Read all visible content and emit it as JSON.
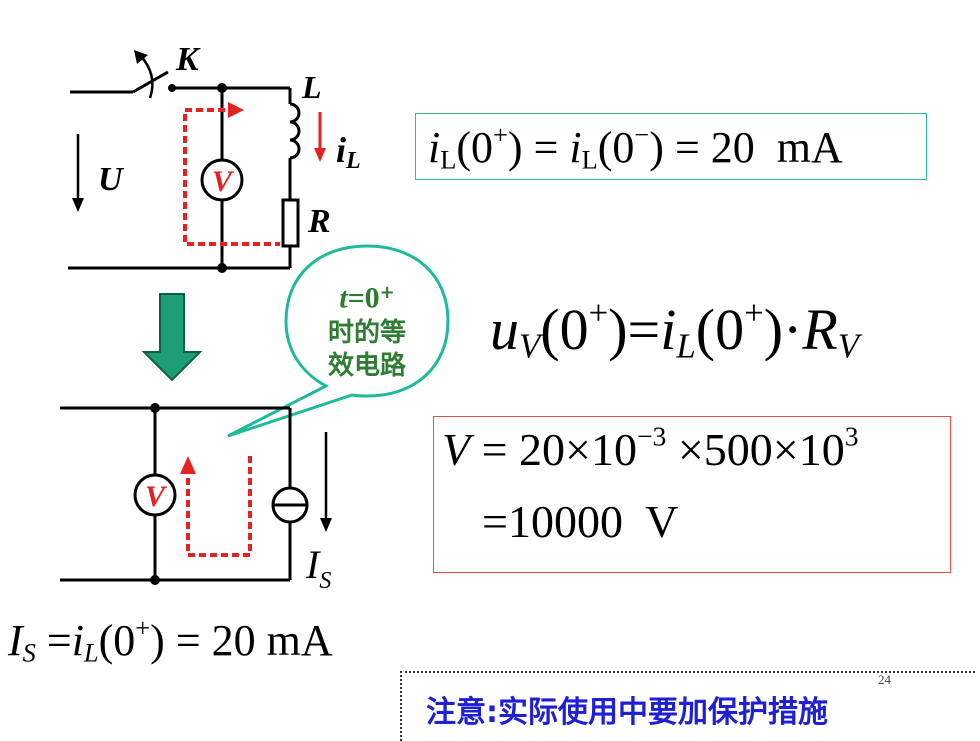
{
  "circuit_top": {
    "switch_label": "K",
    "inductor_label": "L",
    "current_label": "i",
    "current_sub": "L",
    "voltage_label": "U",
    "voltmeter_label": "V",
    "resistor_label": "R"
  },
  "circuit_bottom": {
    "voltmeter_label": "V",
    "source_label": "I",
    "source_sub": "S"
  },
  "bubble": {
    "line1_var": "t",
    "line1_eq": "=0",
    "line1_sup": "+",
    "line2": "时的等",
    "line3": "效电路"
  },
  "eq_initial_current": {
    "lhs_var": "i",
    "lhs_sub": "L",
    "lhs_arg_open": "(0",
    "lhs_sup": "+",
    "lhs_arg_close": ")",
    "eq": " = ",
    "mid_var": "i",
    "mid_sub": "L",
    "mid_arg_open": "(0",
    "mid_sup": "−",
    "mid_arg_close": ")",
    "rhs": " = 20  mA"
  },
  "eq_voltmeter": {
    "lhs_var": "u",
    "lhs_sub": "V",
    "lhs_arg_open": "(0",
    "lhs_sup": "+",
    "lhs_arg_close": ")",
    "eq": "=",
    "rhs_var": "i",
    "rhs_sub": "L",
    "rhs_arg_open": "(0",
    "rhs_sup": "+",
    "rhs_arg_close": ")",
    "dot": "·",
    "r_var": "R",
    "r_sub": "V"
  },
  "eq_numeric": {
    "lhs_var": "V",
    "part1": " = 20×10",
    "exp1": "−3",
    "part2": " ×500×10",
    "exp2": "3",
    "line2": "=10000  V"
  },
  "eq_source": {
    "lhs_var": "I",
    "lhs_sub": "S",
    "eq": " =",
    "rhs_var": "i",
    "rhs_sub": "L",
    "rhs_arg_open": "(0",
    "rhs_sup": "+",
    "rhs_arg_close": ")",
    "rhs": " = 20 mA"
  },
  "note": "注意:实际使用中要加保护措施",
  "page_number": "24",
  "colors": {
    "wire": "#000000",
    "dotted_path": "#e52222",
    "voltmeter_letter": "#e52222",
    "current_arrow": "#e52222",
    "down_arrow_fill": "#1e9e74",
    "bubble_border": "#1fb99b",
    "bubble_text": "#2e7d32",
    "box_teal": "#35b6a4",
    "box_red": "#e64f4f",
    "note_text": "#1f1fd6"
  }
}
